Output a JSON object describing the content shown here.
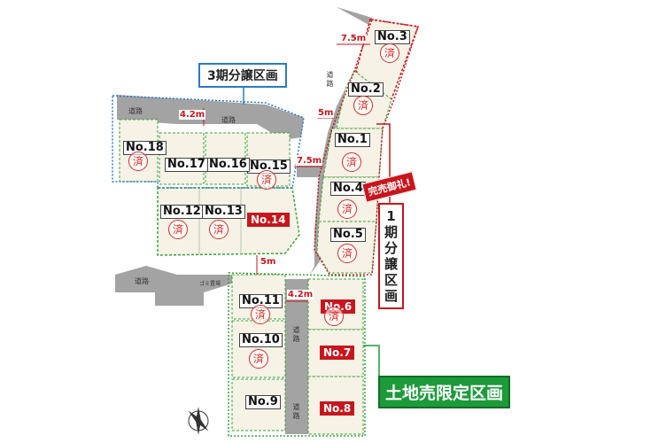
{
  "phase_labels": {
    "phase3": "3期分譲区画",
    "phase1_chars": [
      "1",
      "期",
      "分",
      "譲",
      "区",
      "画"
    ],
    "sold_out_banner": "完売御礼!",
    "land_only": "土地売限定区画"
  },
  "lots": [
    {
      "id": "lot-1",
      "label": "No.1",
      "sold": true,
      "style": "boxed"
    },
    {
      "id": "lot-2",
      "label": "No.2",
      "sold": true,
      "style": "boxed"
    },
    {
      "id": "lot-3",
      "label": "No.3",
      "sold": true,
      "style": "boxed"
    },
    {
      "id": "lot-4",
      "label": "No.4",
      "sold": true,
      "style": "boxed"
    },
    {
      "id": "lot-5",
      "label": "No.5",
      "sold": true,
      "style": "boxed"
    },
    {
      "id": "lot-6",
      "label": "No.6",
      "sold": true,
      "style": "red"
    },
    {
      "id": "lot-7",
      "label": "No.7",
      "sold": false,
      "style": "red"
    },
    {
      "id": "lot-8",
      "label": "No.8",
      "sold": false,
      "style": "red"
    },
    {
      "id": "lot-9",
      "label": "No.9",
      "sold": false,
      "style": "boxed"
    },
    {
      "id": "lot-10",
      "label": "No.10",
      "sold": true,
      "style": "boxed"
    },
    {
      "id": "lot-11",
      "label": "No.11",
      "sold": true,
      "style": "boxed"
    },
    {
      "id": "lot-12",
      "label": "No.12",
      "sold": true,
      "style": "boxed"
    },
    {
      "id": "lot-13",
      "label": "No.13",
      "sold": true,
      "style": "boxed"
    },
    {
      "id": "lot-14",
      "label": "No.14",
      "sold": false,
      "style": "red"
    },
    {
      "id": "lot-15",
      "label": "No.15",
      "sold": true,
      "style": "boxed"
    },
    {
      "id": "lot-16",
      "label": "No.16",
      "sold": false,
      "style": "boxed"
    },
    {
      "id": "lot-17",
      "label": "No.17",
      "sold": false,
      "style": "boxed"
    },
    {
      "id": "lot-18",
      "label": "No.18",
      "sold": true,
      "style": "boxed"
    }
  ],
  "sold_mark": "済",
  "road_label": "道路",
  "road_label_chars": [
    "道",
    "路"
  ],
  "dimensions": {
    "d1": "7.5m",
    "d2": "5m",
    "d3": "4.2m",
    "d4": "7.5m",
    "d5": "5m",
    "d6": "4.2m"
  },
  "gomi_label": "ゴミ置場",
  "colors": {
    "lot_fill": "#f6f2e6",
    "road": "#9a9a9a",
    "boundary_green": "#3aa33a",
    "boundary_blue": "#2b79c6",
    "boundary_red": "#c8161d",
    "sold_red": "#d92b2b",
    "accent_red": "#c8161d",
    "land_only_green": "#1d9a3a"
  },
  "icons": {
    "compass": "compass-icon"
  }
}
